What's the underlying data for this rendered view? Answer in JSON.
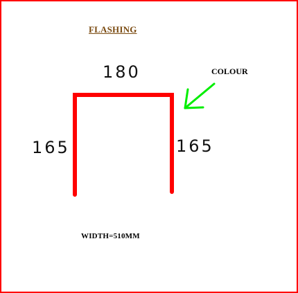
{
  "title": "FLASHING",
  "dimensions": {
    "top": "180",
    "left": "165",
    "right": "165"
  },
  "colour_label": "COLOUR",
  "width_label": "WIDTH=510MM",
  "colors": {
    "border": "#ff0000",
    "profile": "#ff0000",
    "arrow": "#00ee00",
    "title": "#7a4a10"
  }
}
